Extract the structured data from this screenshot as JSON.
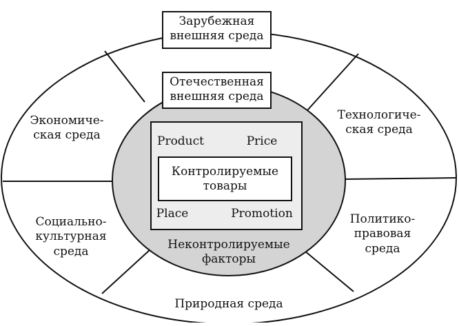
{
  "diagram": {
    "outer_sectors": {
      "foreign_env": "Зарубежная\nвнешняя среда",
      "economic": "Экономиче-\nская среда",
      "technological": "Технологиче-\nская среда",
      "sociocultural": "Социально-\nкультурная\nсреда",
      "political_legal": "Политико-\nправовая\nсреда",
      "natural": "Природная среда"
    },
    "inner_circle": {
      "domestic_env": "Отечественная\nвнешняя среда",
      "uncontrollable": "Неконтролируемые\nфакторы"
    },
    "marketing_mix": {
      "product": "Product",
      "price": "Price",
      "place": "Place",
      "promotion": "Promotion",
      "center": "Контролируемые\nтовары"
    },
    "colors": {
      "line": "#111111",
      "inner_fill": "#d4d4d4",
      "mix_fill": "#ededed",
      "box_fill": "#ffffff"
    }
  }
}
